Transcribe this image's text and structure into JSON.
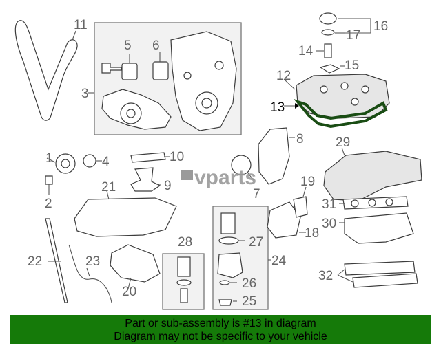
{
  "diagram": {
    "callouts": [
      "1",
      "2",
      "3",
      "4",
      "5",
      "6",
      "7",
      "8",
      "9",
      "10",
      "11",
      "12",
      "13",
      "14",
      "15",
      "16",
      "17",
      "18",
      "19",
      "20",
      "21",
      "22",
      "23",
      "24",
      "25",
      "26",
      "27",
      "28",
      "29",
      "30",
      "31",
      "32"
    ],
    "highlighted_callout": "13"
  },
  "watermark": {
    "brand": "vparts"
  },
  "banner": {
    "line1": "Part or sub-assembly is #13 in diagram",
    "line2": "Diagram may not be specific to your vehicle",
    "color": "#157a09"
  },
  "colors": {
    "highlight_gasket": "#1a4d14"
  }
}
